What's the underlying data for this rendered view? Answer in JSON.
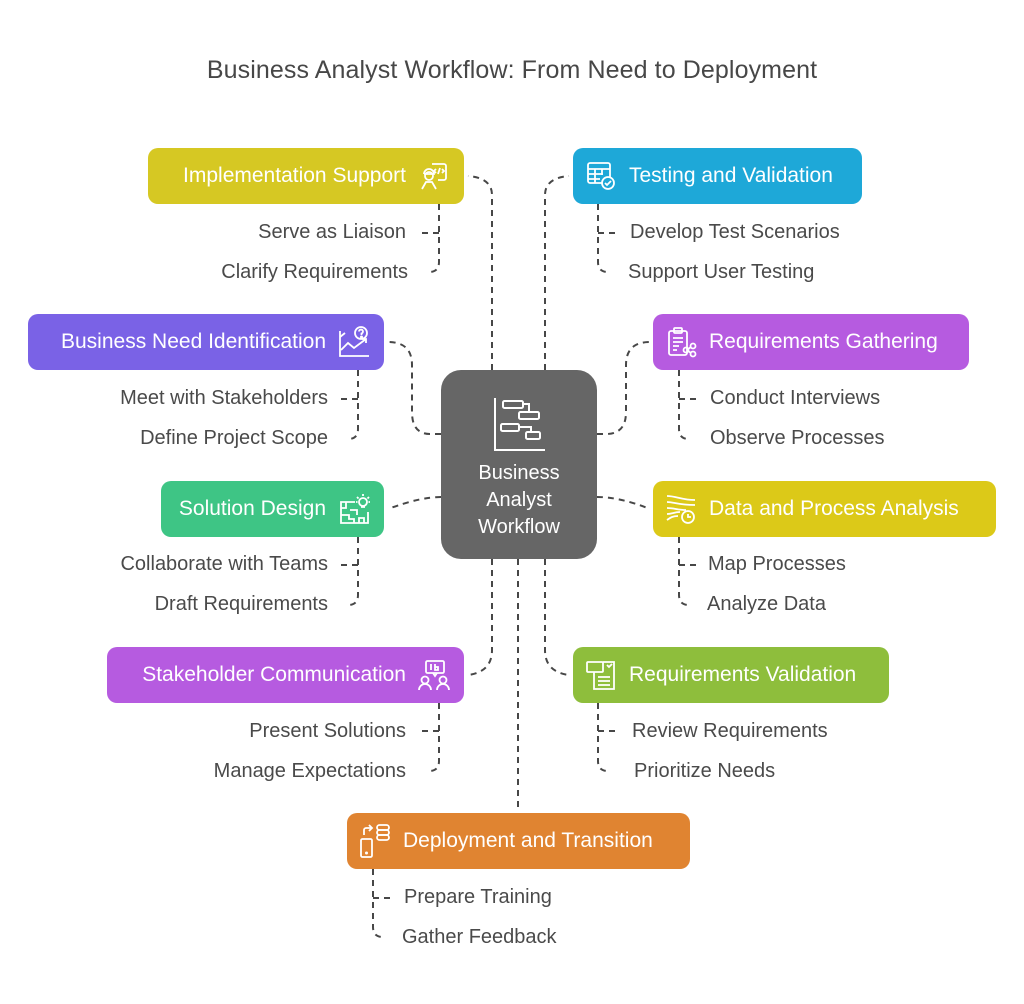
{
  "title": "Business Analyst Workflow: From Need to Deployment",
  "center": {
    "lines": [
      "Business",
      "Analyst",
      "Workflow"
    ],
    "icon": "gantt-chart-icon",
    "color": "#666666"
  },
  "nodes": [
    {
      "id": "implementation-support",
      "label": "Implementation Support",
      "icon": "engineer-code-icon",
      "color": "#D6C823",
      "side": "left",
      "subs": [
        "Serve as Liaison",
        "Clarify Requirements"
      ]
    },
    {
      "id": "testing-validation",
      "label": "Testing and Validation",
      "icon": "table-check-icon",
      "color": "#1EA8D8",
      "side": "right",
      "subs": [
        "Develop Test Scenarios",
        "Support User Testing"
      ]
    },
    {
      "id": "business-need-identification",
      "label": "Business Need Identification",
      "icon": "chart-question-icon",
      "color": "#7A62E6",
      "side": "left",
      "subs": [
        "Meet with Stakeholders",
        "Define Project Scope"
      ]
    },
    {
      "id": "requirements-gathering",
      "label": "Requirements Gathering",
      "icon": "clipboard-share-icon",
      "color": "#B65BE0",
      "side": "right",
      "subs": [
        "Conduct Interviews",
        "Observe Processes"
      ]
    },
    {
      "id": "solution-design",
      "label": "Solution Design",
      "icon": "blueprint-bulb-icon",
      "color": "#3EC585",
      "side": "left",
      "subs": [
        "Collaborate with Teams",
        "Draft Requirements"
      ]
    },
    {
      "id": "data-process-analysis",
      "label": "Data and Process Analysis",
      "icon": "flow-clock-icon",
      "color": "#DCC918",
      "side": "right",
      "subs": [
        "Map Processes",
        "Analyze Data"
      ]
    },
    {
      "id": "stakeholder-communication",
      "label": "Stakeholder Communication",
      "icon": "people-chat-icon",
      "color": "#B65BE0",
      "side": "left",
      "subs": [
        "Present Solutions",
        "Manage Expectations"
      ]
    },
    {
      "id": "requirements-validation",
      "label": "Requirements Validation",
      "icon": "document-check-icon",
      "color": "#8EBE3C",
      "side": "right",
      "subs": [
        "Review Requirements",
        "Prioritize Needs"
      ]
    },
    {
      "id": "deployment-transition",
      "label": "Deployment and Transition",
      "icon": "mobile-database-icon",
      "color": "#E08431",
      "side": "right",
      "subs": [
        "Prepare Training",
        "Gather Feedback"
      ]
    }
  ]
}
